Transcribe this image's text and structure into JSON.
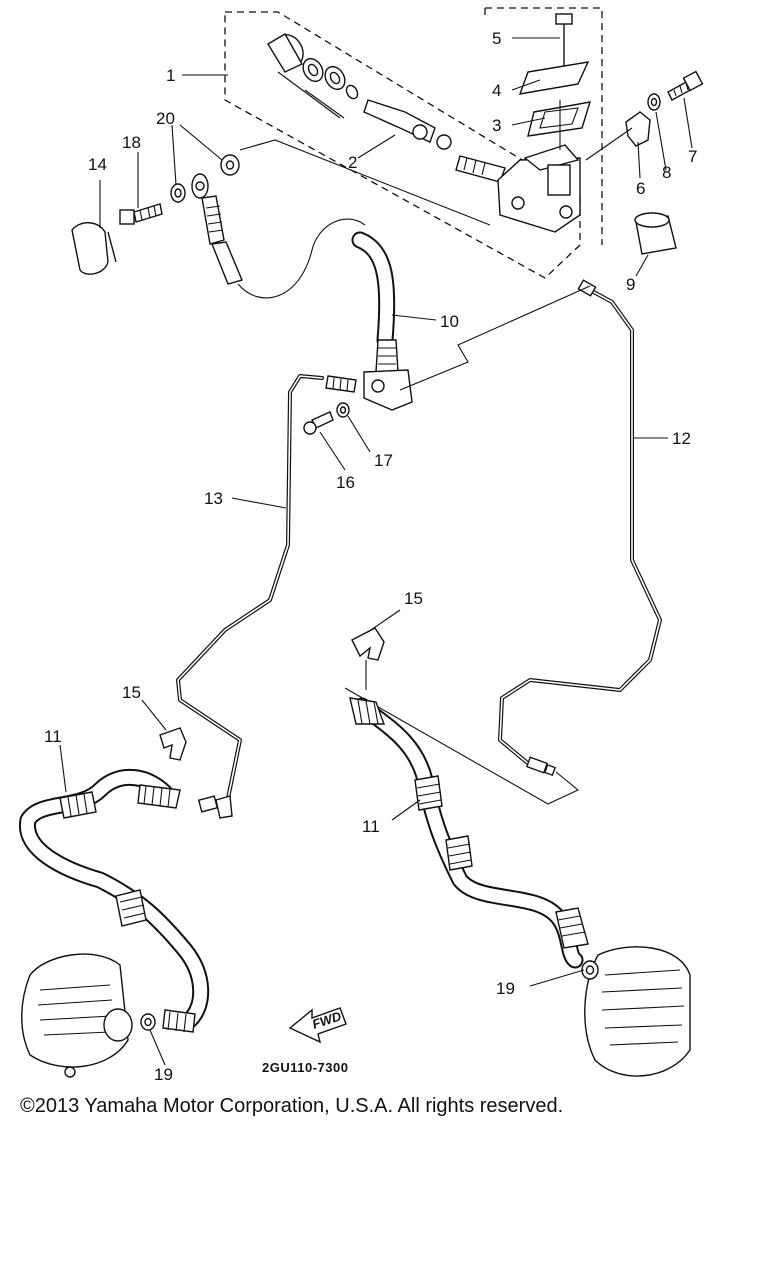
{
  "diagram": {
    "callouts": {
      "c1": "1",
      "c2": "2",
      "c3": "3",
      "c4": "4",
      "c5": "5",
      "c6": "6",
      "c7": "7",
      "c8": "8",
      "c9": "9",
      "c10": "10",
      "c11a": "11",
      "c11b": "11",
      "c12": "12",
      "c13": "13",
      "c14": "14",
      "c15a": "15",
      "c15b": "15",
      "c16": "16",
      "c17": "17",
      "c18": "18",
      "c19a": "19",
      "c19b": "19",
      "c20": "20"
    },
    "fwd_label": "FWD",
    "diagram_code": "2GU110-7300"
  },
  "footer": {
    "copyright": "©2013 Yamaha Motor Corporation, U.S.A. All rights reserved."
  },
  "colors": {
    "ink": "#111111",
    "background": "#ffffff"
  }
}
